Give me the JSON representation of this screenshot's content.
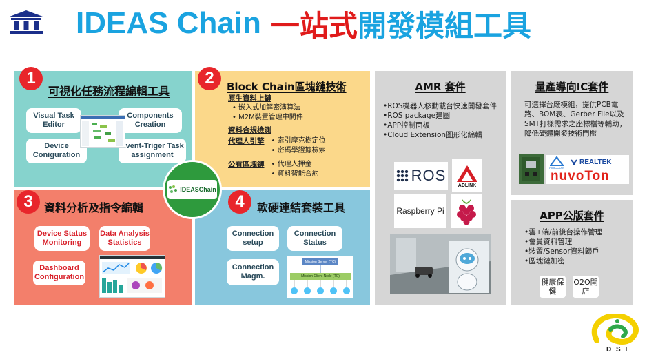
{
  "header": {
    "title_en": "IDEAS Chain",
    "title_red": "一站式",
    "title_blue": "開發模組工具"
  },
  "quadrants": [
    {
      "number": "1",
      "title": "可視化任務流程編輯工具",
      "items": [
        "Visual Task Editor",
        "Components Creation",
        "Device Coniguration",
        "Event-Triger Task assignment"
      ]
    },
    {
      "number": "2",
      "title": "Block Chain區塊鏈技術",
      "sections": [
        {
          "heading": "原生資料上鏈",
          "bullets": [
            "• 嵌入式加解密演算法",
            "• M2M裝置管理中間件"
          ]
        },
        {
          "heading": "資料合規檢測",
          "bullets": []
        },
        {
          "heading": "代理人引擎",
          "bullets": [
            "• 索引摩克樹定位",
            "• 密碼學證據檢索"
          ]
        },
        {
          "heading": "公有區塊鏈",
          "bullets": [
            "• 代理人押金",
            "• 資料智能合約"
          ]
        }
      ]
    },
    {
      "number": "3",
      "title": "資料分析及指令編輯",
      "items": [
        "Device Status Monitoring",
        "Data Analysis Statistics",
        "Dashboard Configuration"
      ]
    },
    {
      "number": "4",
      "title": "軟硬連結套裝工具",
      "items": [
        "Connection setup",
        "Connection Status",
        "Connection Magm."
      ],
      "diagram_labels": [
        "Mission Server (TC)",
        "Mission Client Node (TC)"
      ]
    }
  ],
  "center_logo": {
    "text": "IDEASChain"
  },
  "amr": {
    "title": "AMR 套件",
    "bullets": [
      "•ROS機器人移動載台快速開發套件",
      "•ROS package建圖",
      "•APP控制面板",
      "•Cloud Extension圖形化編輯"
    ],
    "logos": {
      "ros": "ROS",
      "adlink": "ADLINK",
      "raspberry": "Raspberry Pi"
    }
  },
  "ic": {
    "title": "量產導向IC套件",
    "text": "可選擇台廠模組，提供PCB電路、BOM表、Gerber File以及SMT打樣需求之座標檔等輔助，降低硬體開發技術門檻",
    "logos": {
      "realtek": "REALTEK",
      "nuvoton": "nuvoTon",
      "amicom": "AMICCOM"
    }
  },
  "app": {
    "title": "APP公版套件",
    "bullets": [
      "•雲+端/前後台操作管理",
      "•會員資料管理",
      "•裝置/Sensor資料歸戶",
      "•區塊鏈加密"
    ],
    "buttons": [
      "健康保健",
      "O2O開店"
    ]
  },
  "footer_logo": {
    "text": "D S I"
  },
  "colors": {
    "brand_blue": "#1aa3e0",
    "brand_red": "#e01b1b",
    "q1": "#86d3cd",
    "q2": "#fbd88a",
    "q3": "#f37f6b",
    "q4": "#88c7dd",
    "panel_grey": "#d6d6d6"
  }
}
